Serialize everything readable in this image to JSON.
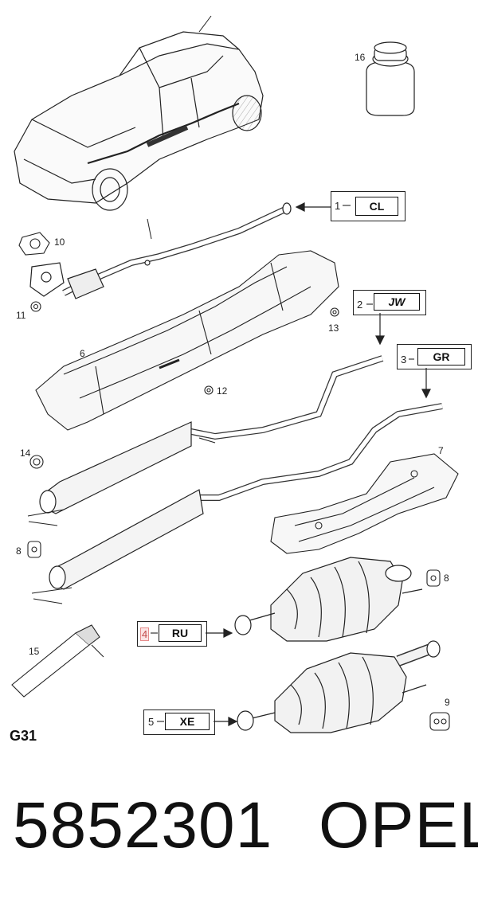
{
  "diagram": {
    "group_code": "G31",
    "part_number": "5852301",
    "brand": "OPEL",
    "callouts": [
      {
        "num": "1",
        "code": "CL"
      },
      {
        "num": "2",
        "code": "JW"
      },
      {
        "num": "3",
        "code": "GR"
      },
      {
        "num": "4",
        "code": "RU"
      },
      {
        "num": "5",
        "code": "XE"
      }
    ],
    "part_labels": [
      "6",
      "7",
      "8",
      "8",
      "9",
      "10",
      "11",
      "12",
      "13",
      "14",
      "15",
      "16"
    ]
  }
}
